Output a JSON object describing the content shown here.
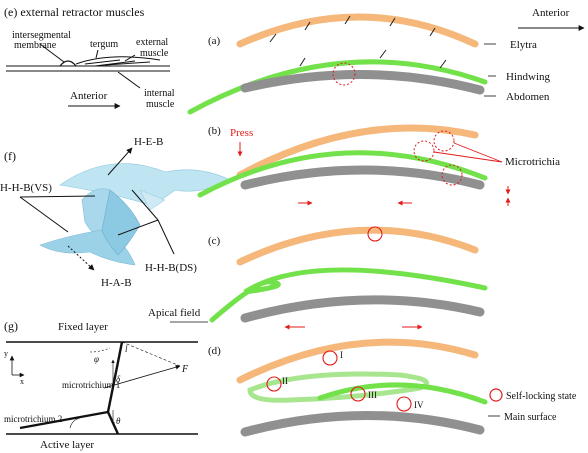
{
  "panel_e": {
    "title": "(e) external retractor muscles",
    "labels": {
      "intersegmental": "intersegmental",
      "membrane": "membrane",
      "tergum": "tergum",
      "external": "external",
      "muscle_ext": "muscle",
      "anterior": "Anterior",
      "internal": "internal",
      "muscle_int": "muscle"
    }
  },
  "panel_f": {
    "letter": "(f)",
    "labels": {
      "heb": "H-E-B",
      "hhb_vs": "H-H-B(VS)",
      "hhb_ds": "H-H-B(DS)",
      "hab": "H-A-B"
    }
  },
  "panel_g": {
    "letter": "(g)",
    "fixed_layer": "Fixed layer",
    "active_layer": "Active layer",
    "microtrichium_1": "microtrichium 1",
    "microtrichium_2": "microtrichium 2",
    "axis_y": "y",
    "axis_x": "x",
    "symbols": {
      "phi": "φ",
      "delta": "δ",
      "force": "F",
      "theta": "θ",
      "length": "l"
    }
  },
  "panel_a": {
    "letter": "(a)",
    "anterior": "Anterior",
    "layer_labels": [
      "Elytra",
      "Hindwing",
      "Abdomen"
    ]
  },
  "panel_b": {
    "letter": "(b)",
    "press": "Press",
    "microtrichia": "Microtrichia"
  },
  "panel_c": {
    "letter": "(c)",
    "apical_field": "Apical field"
  },
  "panel_d": {
    "letter": "(d)",
    "roman": [
      "I",
      "II",
      "III",
      "IV"
    ],
    "legend": "Self-locking state",
    "main_surface": "Main surface"
  },
  "colors": {
    "elytra": "#f5b77a",
    "hindwing": "#72e14a",
    "hindwing_light": "#a8e58f",
    "abdomen": "#909090",
    "highlight": "#e21b1b",
    "membrane_blue": "#a9d8ec"
  }
}
